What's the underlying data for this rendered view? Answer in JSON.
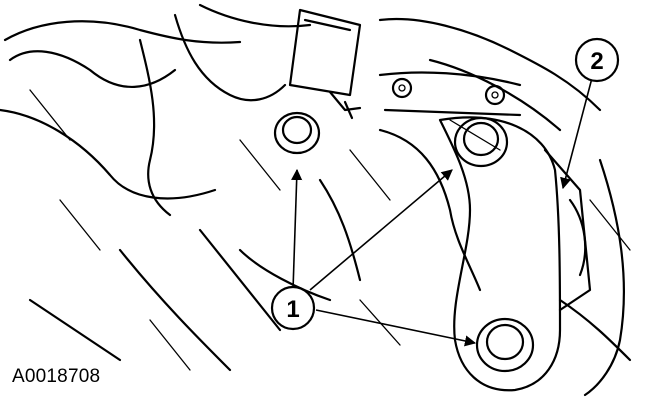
{
  "figure": {
    "id": "A0018708",
    "callouts": [
      {
        "label": "1",
        "target": "bolts"
      },
      {
        "label": "2",
        "target": "bracket-edge"
      }
    ]
  },
  "colors": {
    "ink": "#000000",
    "paper": "#ffffff"
  }
}
